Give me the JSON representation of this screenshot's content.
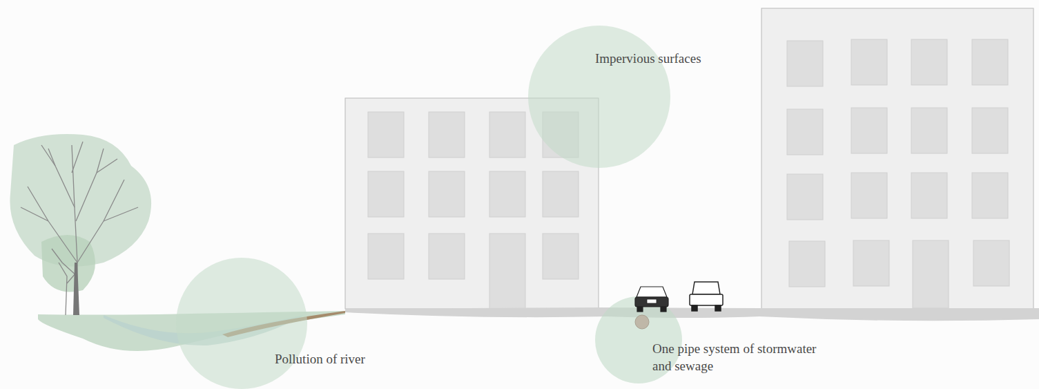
{
  "diagram": {
    "labels": [
      "Impervious surfaces",
      "Pollution of river",
      "One pipe system of stormwater and sewage"
    ]
  }
}
